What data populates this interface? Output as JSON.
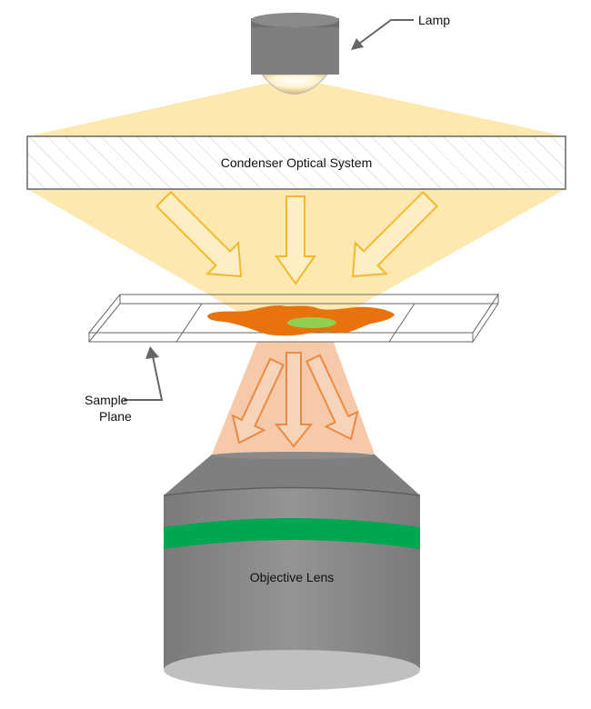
{
  "labels": {
    "lamp": "Lamp",
    "condenser": "Condenser Optical System",
    "sample_line1": "Sample",
    "sample_line2": "Plane",
    "objective": "Objective Lens"
  },
  "colors": {
    "light_cone": "#fde9b0",
    "arrow_yellow": "#f2b92d",
    "specimen": "#e8720c",
    "specimen_center": "#8fd14f",
    "emission_cone": "#f6c9a8",
    "arrow_orange": "#eb8a43",
    "lens_body": "#8c8c8c",
    "lens_band": "#00a651",
    "lamp_body": "#7f7f7f",
    "outline": "#666666"
  }
}
